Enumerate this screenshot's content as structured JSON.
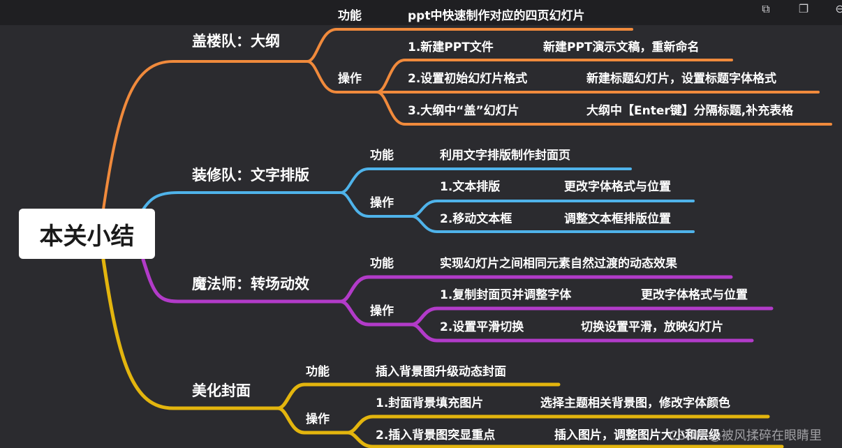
{
  "root": "本关小结",
  "branches": [
    {
      "title": "盖楼队：大纲",
      "color": "#f08a3c",
      "func_label": "功能",
      "func_text": "ppt中快速制作对应的四页幻灯片",
      "op_label": "操作",
      "steps": [
        {
          "step": "1.新建PPT文件",
          "detail": "新建PPT演示文稿，重新命名"
        },
        {
          "step": "2.设置初始幻灯片格式",
          "detail": "新建标题幻灯片，设置标题字体格式"
        },
        {
          "step": "3.大纲中“盖”幻灯片",
          "detail": "大纲中【Enter键】分隔标题,补充表格"
        }
      ]
    },
    {
      "title": "装修队：文字排版",
      "color": "#4fb3ea",
      "func_label": "功能",
      "func_text": "利用文字排版制作封面页",
      "op_label": "操作",
      "steps": [
        {
          "step": "1.文本排版",
          "detail": "更改字体格式与位置"
        },
        {
          "step": "2.移动文本框",
          "detail": "调整文本框排版位置"
        }
      ]
    },
    {
      "title": "魔法师：转场动效",
      "color": "#b23bc9",
      "func_label": "功能",
      "func_text": "实现幻灯片之间相同元素自然过渡的动态效果",
      "op_label": "操作",
      "steps": [
        {
          "step": "1.复制封面页并调整字体",
          "detail": "更改字体格式与位置"
        },
        {
          "step": "2.设置平滑切换",
          "detail": "切换设置平滑，放映幻灯片"
        }
      ]
    },
    {
      "title": "美化封面",
      "color": "#e3b50e",
      "func_label": "功能",
      "func_text": "插入背景图升级动态封面",
      "op_label": "操作",
      "steps": [
        {
          "step": "1.封面背景填充图片",
          "detail": "选择主题相关背景图，修改字体颜色"
        },
        {
          "step": "2.插入背景图突显重点",
          "detail": "插入图片，调整图片大小和层级"
        }
      ]
    }
  ],
  "watermark": "CSDN @被风揉碎在眼睛里",
  "icons": [
    "view-icon",
    "copy-icon",
    "zoom-out-icon"
  ]
}
